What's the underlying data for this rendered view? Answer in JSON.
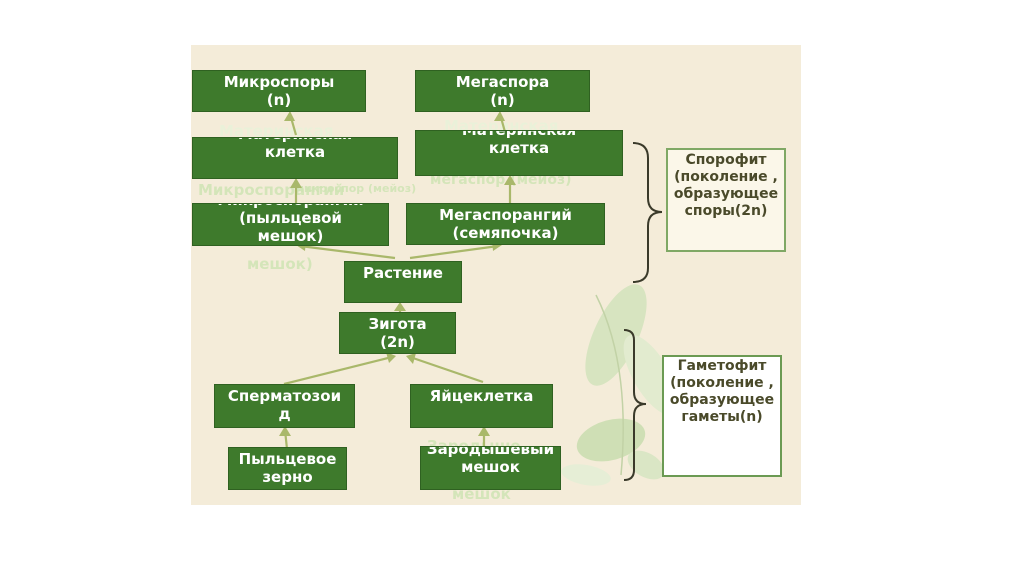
{
  "boxes": {
    "microspores": "Микроспоры\n(n)",
    "megaspore": "Мегаспора\n(n)",
    "mother_cell_left": "Материнская\nклетка",
    "mother_cell_right": "Материнская\nклетка",
    "microsporangium": "Микроспорангий\n(пыльцевой\nмешок)",
    "megasporangium": "Мегаспорангий\n(семяпочка)",
    "plant": "Растение",
    "zygote": "Зигота\n(2n)",
    "sperm": "Сперматозоид",
    "egg": "Яйцеклетка",
    "pollen_grain": "Пыльцевое зерно",
    "embryo_sac": "Зародышевый\nмешок"
  },
  "ghost_text": {
    "mother_left_top": "Материнская",
    "mother_right_top": "Материнская",
    "micro_overlay": "Микроспорангий",
    "micro_meiosis": "микроспор (мейоз)",
    "mega_overlay": "мегаспор (мейоз)",
    "micro_bottom": "мешок)",
    "embryo_top": "Зародыше",
    "embryo_bottom": "мешок"
  },
  "side_labels": {
    "sporophyte": "Спорофит\n(поколение ,\nобразующее\nспоры(2n)",
    "gametophyte": "Гаметофит\n(поколение ,\nобразующее\nгаметы(n)"
  },
  "colors": {
    "box_green": "#3e7a2c",
    "slide_bg": "#f4ecd9",
    "arrow": "#a9b86a"
  }
}
